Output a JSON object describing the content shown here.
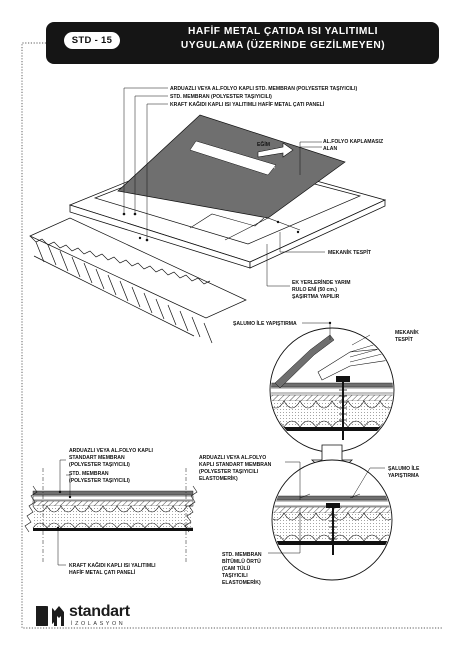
{
  "header": {
    "code": "STD - 15",
    "title_line1": "HAFİF METAL ÇATIDA ISI YALITIMLI",
    "title_line2": "UYGULAMA (ÜZERİNDE GEZİLMEYEN)"
  },
  "roof_labels": {
    "top1": "ARDUAZLI VEYA  AL.FOLYO KAPLI STD. MEMBRAN (POLYESTER TAŞIYICILI)",
    "top2": "STD. MEMBRAN (POLYESTER TAŞIYICILI)",
    "top3": "KRAFT KAĞIDI KAPLI ISI YALITIMLI HAFİF METAL ÇATI PANELİ",
    "slope": "EĞİM",
    "foil_free1": "AL.FOLYO KAPLAMASIZ",
    "foil_free2": "ALAN",
    "mech_fix": "MEKANİK TESPİT",
    "overlap1": "EK YERLERİNDE YARIM",
    "overlap2": "RULO ENİ (50 cm.)",
    "overlap3": "ŞAŞIRTMA YAPILIR"
  },
  "detail_labels": {
    "torch": "ŞALUMO İLE YAPIŞTIRMA",
    "mech1": "MEKANİK",
    "mech2": "TESPİT",
    "right_torch1": "ŞALUMO İLE",
    "right_torch2": "YAPIŞTIRMA",
    "mid1": "ARDUAZLI VEYA  AL.FOLYO",
    "mid2": "KAPLI STANDART MEMBRAN",
    "mid3": "(POLYESTER TAŞIYICILI",
    "mid4": "ELASTOMERİK)",
    "bot1": "STD. MEMBRAN",
    "bot2": "BİTÜMLÜ ÖRTÜ",
    "bot3": "(CAM TÜLÜ",
    "bot4": "TAŞIYICILI",
    "bot5": "ELASTOMERİK)"
  },
  "section_labels": {
    "a1": "ARDUAZLI VEYA  AL.FOLYO KAPLI",
    "a2": "STANDART MEMBRAN",
    "a3": "(POLYESTER TAŞIYICILI)",
    "b1": "STD. MEMBRAN",
    "b2": "(POLYESTER TAŞIYICILI)",
    "c1": "KRAFT KAĞIDI KAPLI ISI YALITIMLI",
    "c2": "HAFİF METAL ÇATI PANELİ"
  },
  "logo": {
    "word": "standart",
    "sub": "İZOLASYON"
  },
  "colors": {
    "header": "#151515",
    "membrane": "#6f6f6f",
    "line": "#111111"
  }
}
